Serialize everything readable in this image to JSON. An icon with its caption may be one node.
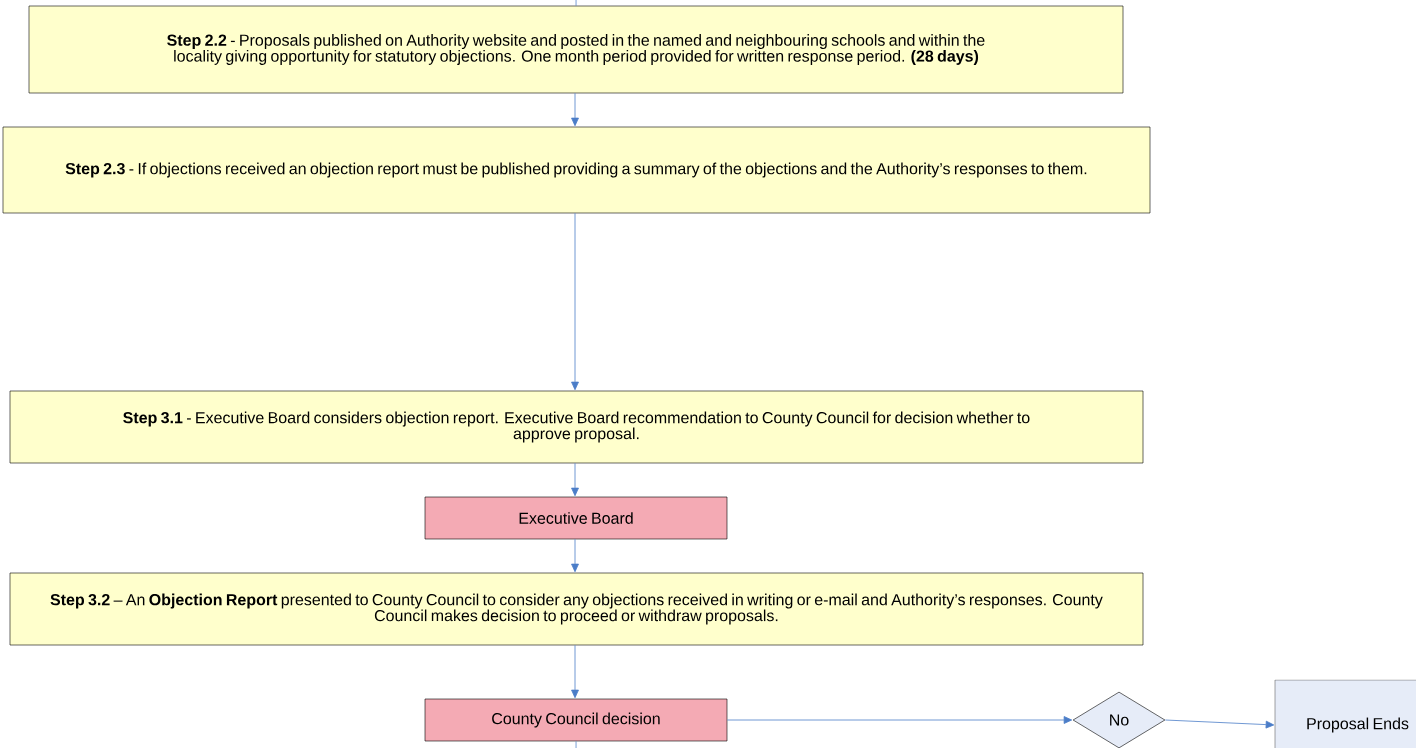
{
  "diagram": {
    "nodes": [
      {
        "text": [
          "**Step 2.2** - Proposals published on Authority website and posted in the named and neighbouring schools and within the locality giving opportunity for statutory objections. One month period provided for written response period. **(28 days)**"
        ]
      },
      {
        "text": [
          "**Step 2.3** - If objections received an objection report must be published providing a summary of the objections and the Authority’s responses to them."
        ]
      },
      {
        "text": [
          "**Step 3.1** - Executive Board considers objection report. Executive Board recommendation to County Council for decision whether to approve proposal."
        ]
      },
      {
        "text": [
          "Executive Board"
        ]
      },
      {
        "text": [
          "**Step 3.2** – An **Objection Report** presented to County Council to consider any objections received in writing or e-mail and Authority’s responses. County Council makes decision to proceed or withdraw proposals."
        ]
      },
      {
        "text": [
          "County Council decision"
        ]
      },
      {
        "text": [
          "No"
        ]
      },
      {
        "text": [
          "Proposal Ends"
        ]
      }
    ],
    "edges": [
      {
        "from": null,
        "to": 0,
        "arrow": "none"
      },
      {
        "from": 0,
        "to": 1,
        "arrow": "to"
      },
      {
        "from": 1,
        "to": 2,
        "arrow": "to"
      },
      {
        "from": 2,
        "to": 3,
        "arrow": "to"
      },
      {
        "from": 3,
        "to": 4,
        "arrow": "to"
      },
      {
        "from": 4,
        "to": 5,
        "arrow": "to"
      },
      {
        "from": 5,
        "to": 6,
        "arrow": "to"
      },
      {
        "from": 6,
        "to": 7,
        "arrow": "to"
      },
      {
        "from": 5,
        "to": null,
        "arrow": "none"
      }
    ]
  }
}
